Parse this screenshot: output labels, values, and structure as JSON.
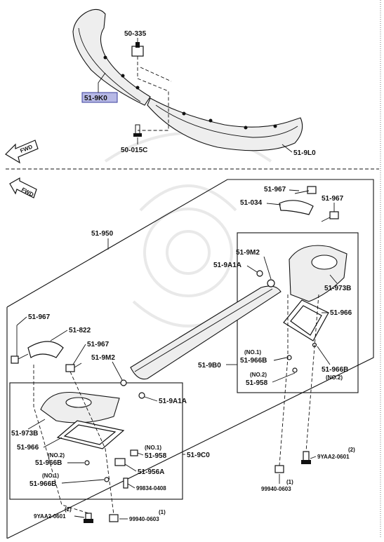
{
  "diagram": {
    "highlight_color": "#b7b9e6",
    "top_section": {
      "fwd_label": "FWD",
      "labels": {
        "clip_50_335": "50-335",
        "lip_51_9k0": "51-9K0",
        "screw_50_015c": "50-015C",
        "lip_51_9l0": "51-9L0"
      }
    },
    "bottom_section": {
      "fwd_label": "FWD",
      "labels": {
        "p51_967_a": "51-967",
        "p51_034": "51-034",
        "p51_967_b": "51-967",
        "p51_950": "51-950",
        "p51_9m2_a": "51-9M2",
        "p51_9a1a_a": "51-9A1A",
        "p51_973b_a": "51-973B",
        "p51_966_a": "51-966",
        "p51_967_c": "51-967",
        "p51_822": "51-822",
        "p51_967_d": "51-967",
        "p51_9m2_b": "51-9M2",
        "p51_9b0": "51-9B0",
        "no1_a": "(NO.1)",
        "p51_966b_a": "51-966B",
        "no2_a": "(NO.2)",
        "p51_958_a": "51-958",
        "p51_966b_b": "51-966B",
        "no2_b": "(NO.2)",
        "p51_9a1a_b": "51-9A1A",
        "p51_973b_b": "51-973B",
        "p51_966_b": "51-966",
        "no2_c": "(NO.2)",
        "p51_966b_c": "51-966B",
        "no1_b": "(NO.1)",
        "p51_958_b": "51-958",
        "p51_956a": "51-956A",
        "no1_c": "(NO.1)",
        "p51_966b_d": "51-966B",
        "p99834_0408": "99834-0408",
        "p51_9c0": "51-9C0",
        "q2_a": "(2)",
        "p9yaa2_0601_a": "9YAA2-0601",
        "q1_a": "(1)",
        "p99940_0603_a": "99940-0603",
        "q2_b": "(2)",
        "p9yaa2_0601_b": "9YAA2-0601",
        "q1_b": "(1)",
        "p99940_0603_b": "99940-0603"
      }
    }
  }
}
